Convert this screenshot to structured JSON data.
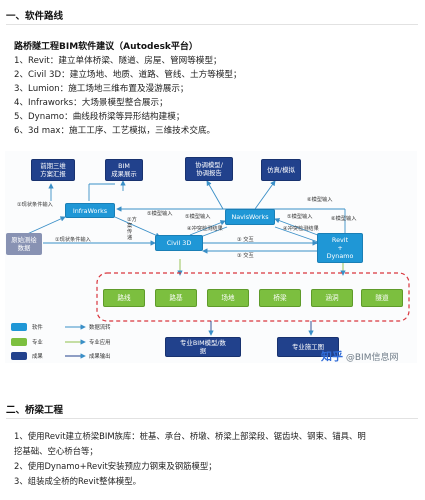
{
  "section1": {
    "title": "一、软件路线",
    "subtitle": "路桥隧工程BIM软件建议（Autodesk平台）",
    "items": [
      "1、Revit：建立单体桥梁、隧道、房屋、管网等模型；",
      "2、Civil 3D：建立场地、地质、道路、管线、土方等模型；",
      "3、Lumion：施工场地三维布置及漫游展示；",
      "4、Infraworks：大场景模型整合展示；",
      "5、Dynamo：曲线段桥梁等异形结构建模；",
      "6、3d max：施工工序、工艺模拟，三维技术交底。"
    ]
  },
  "diagram": {
    "nodes": {
      "early_design": "前期三维\n方案汇报",
      "bim_show": "BIM\n成果展示",
      "coord_model": "协调模型/\n协调报告",
      "simulation": "仿真/模拟",
      "infraworks": "InfraWorks",
      "navisworks": "NavisWorks",
      "civil3d": "Civil 3D",
      "revit_dynamo": "Revit\n+\nDynamo",
      "raw_data": "原始测绘\n数据",
      "bim_model_data": "专业BIM模型/数\n据",
      "construction_drawings": "专业施工图"
    },
    "specialties": [
      "路线",
      "路基",
      "场地",
      "桥梁",
      "涵洞",
      "隧道"
    ],
    "edges": {
      "e1": "①现状条件输入",
      "e2": "②方案传递",
      "e3": "①现状条件输入",
      "e4": "⑤模型输入",
      "e5": "⑤模型输入",
      "e6": "④冲突检测结果",
      "e7": "⑤模型输入",
      "e8": "④冲突检测结果",
      "e9": "③ 交互",
      "e10": "③ 交互",
      "e11": "⑥模型输入",
      "e12": "⑥模型输入"
    },
    "legend": {
      "software": "软件",
      "discipline": "专业",
      "deliverable": "成果",
      "data_flow": "数据流转",
      "discipline_apply": "专业应用",
      "deliverable_output": "成果输出"
    },
    "watermark": {
      "zhihu": "知乎",
      "author": "@BIM信息网"
    },
    "colors": {
      "software": "#1f97d6",
      "discipline": "#7cbf3f",
      "deliverable": "#21418c",
      "arrow": "#3a8fc7",
      "dashed_border": "#d9363e"
    }
  },
  "section2": {
    "title": "二、桥梁工程",
    "lines": [
      "1、使用Revit建立桥梁BIM族库：桩基、承台、桥墩、桥梁上部梁段、锯齿块、钢束、锚具、明",
      "挖基础、空心桥台等；",
      "2、使用Dynamo+Revit安装预应力钢束及钢筋模型；",
      "3、组装成全桥的Revit整体模型。"
    ]
  }
}
